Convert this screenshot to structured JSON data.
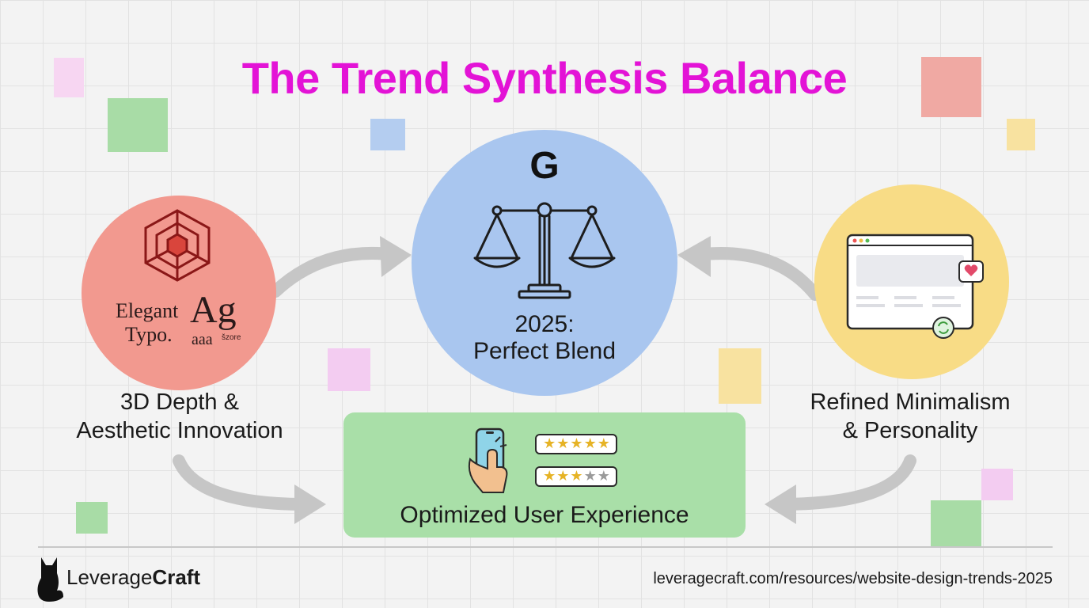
{
  "title": "The Trend Synthesis Balance",
  "colors": {
    "title": "#e313d6",
    "left_circle": "#f2998f",
    "center_circle": "#a9c6ef",
    "right_circle": "#f8dc86",
    "ux_box": "#a9dfa8",
    "arrows": "#c6c6c6"
  },
  "center": {
    "logo_letter": "G",
    "line1": "2025:",
    "line2": "Perfect Blend"
  },
  "left": {
    "typo_line1": "Elegant",
    "typo_line2": "Typo.",
    "glyph": "Ag",
    "glyph_sub": "aaa",
    "glyph_sup": "šzore",
    "caption_line1": "3D Depth &",
    "caption_line2": "Aesthetic Innovation"
  },
  "right": {
    "caption_line1": "Refined Minimalism",
    "caption_line2": "& Personality"
  },
  "ux": {
    "label": "Optimized User Experience",
    "rating_high_stars": "★★★★★",
    "rating_low_filled": "★★★",
    "rating_low_empty": "★★"
  },
  "footer": {
    "brand_regular": "Leverage",
    "brand_bold": "Craft",
    "url": "leveragecraft.com/resources/website-design-trends-2025"
  }
}
